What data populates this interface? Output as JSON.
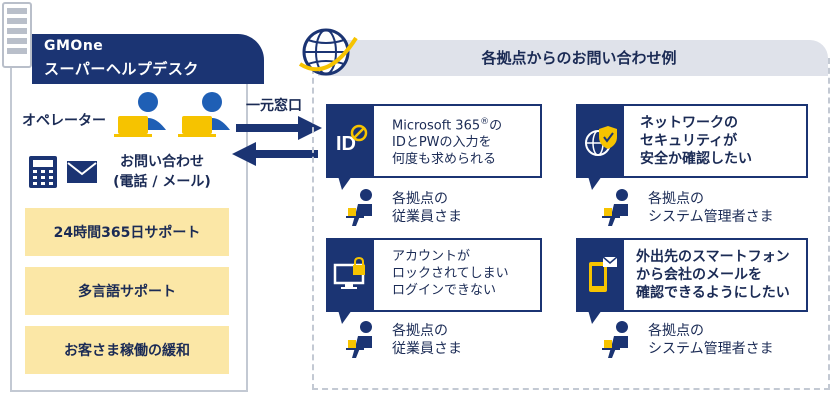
{
  "header": {
    "brand": "GMOne",
    "service": "スーパーヘルプデスク"
  },
  "left": {
    "operator_label": "オペレーター",
    "contact_line1": "お問い合わせ",
    "contact_line2": "(電話 / メール)",
    "features": [
      "24時間365日サポート",
      "多言語サポート",
      "お客さま稼働の緩和"
    ]
  },
  "middle": {
    "window_label": "一元窓口"
  },
  "right": {
    "title": "各拠点からのお問い合わせ例",
    "cards": [
      {
        "lines": [
          "Microsoft 365",
          "IDとPWの入力を",
          "何度も求められる"
        ],
        "superscript": "®",
        "line1_suffix": "の",
        "icon": "id-block-icon",
        "person": [
          "各拠点の",
          "従業員さま"
        ]
      },
      {
        "lines": [
          "ネットワークの",
          "セキュリティが",
          "安全か確認したい"
        ],
        "icon": "globe-shield-icon",
        "person": [
          "各拠点の",
          "システム管理者さま"
        ]
      },
      {
        "lines": [
          "アカウントが",
          "ロックされてしまい",
          "ログインできない"
        ],
        "icon": "locked-monitor-icon",
        "person": [
          "各拠点の",
          "従業員さま"
        ]
      },
      {
        "lines": [
          "外出先のスマートフォン",
          "から会社のメールを",
          "確認できるようにしたい"
        ],
        "icon": "smartphone-mail-icon",
        "person": [
          "各拠点の",
          "システム管理者さま"
        ]
      }
    ]
  },
  "colors": {
    "navy": "#1b3473",
    "accent_blue": "#1f5fb5",
    "feature_yellow": "#fbe7a6",
    "laptop_yellow": "#f6c300",
    "panel_gray": "#dfe2ea",
    "frame_gray": "#c3c9d3"
  }
}
